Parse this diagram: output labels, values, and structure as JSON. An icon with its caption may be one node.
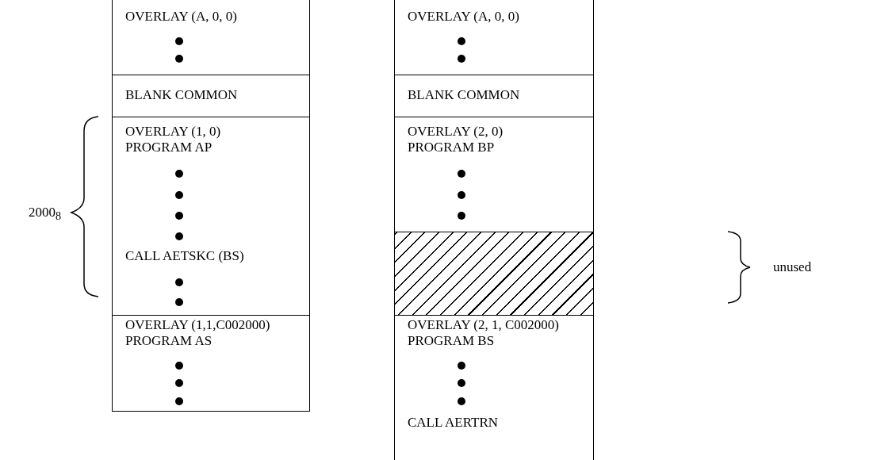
{
  "diagram": {
    "nodes": [
      {
        "text": [
          "OVERLAY (A, 0, 0)"
        ]
      },
      {
        "text": [
          "BLANK COMMON"
        ]
      },
      {
        "text": [
          "OVERLAY (1, 0)",
          "PROGRAM AP",
          "CALL AETSKC (BS)"
        ]
      },
      {
        "text": [
          "OVERLAY (1,1,C002000)",
          "PROGRAM AS"
        ]
      },
      {
        "text": [
          "OVERLAY (A, 0, 0)"
        ]
      },
      {
        "text": [
          "BLANK COMMON"
        ]
      },
      {
        "text": [
          "OVERLAY (2, 0)",
          "PROGRAM BP"
        ]
      },
      {
        "text": [],
        "shape": "box"
      },
      {
        "text": [
          "OVERLAY (2, 1, C002000)",
          "PROGRAM BS",
          "CALL AERTRN"
        ]
      }
    ],
    "edges": [],
    "labels": [
      "2000$_{8}$",
      "unused"
    ]
  }
}
